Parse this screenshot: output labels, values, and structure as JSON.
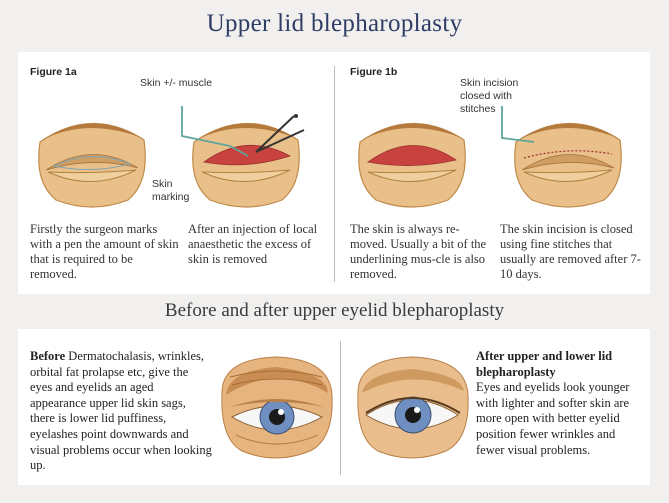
{
  "title": "Upper lid blepharoplasty",
  "figure_1a": {
    "label": "Figure 1a",
    "annotation_muscle": "Skin +/- muscle",
    "annotation_marking": "Skin marking",
    "caption_left": "Firstly the surgeon marks with a pen the amount of skin that is required to be removed.",
    "caption_right": "After an injection of local anaesthetic the excess of skin is removed"
  },
  "figure_1b": {
    "label": "Figure 1b",
    "annotation_incision": "Skin incision closed with stitches",
    "caption_left": "The skin is always re-moved. Usually a bit of the underlining mus-cle is also removed.",
    "caption_right": "The skin incision is closed using fine stitches that usually are removed after 7-10 days."
  },
  "section_title": "Before and after upper eyelid blepharoplasty",
  "before": {
    "heading": "Before",
    "text": "Dermatochalasis, wrinkles, orbital fat prolapse etc, give the eyes and eyelids an aged appearance upper lid skin sags, there is lower lid puffiness, eyelashes point downwards and visual problems occur when looking up."
  },
  "after": {
    "heading": "After upper and lower lid blepharoplasty",
    "text": "Eyes and eyelids look younger with lighter and softer skin are more open with better eyelid position fewer wrinkles and fewer visual problems."
  },
  "colors": {
    "title": "#2f3d66",
    "skin": "#e9c08a",
    "skin_dark": "#c99759",
    "excision": "#c8423f",
    "annotation_line": "#5fa59a",
    "iris": "#6e8fbf"
  }
}
